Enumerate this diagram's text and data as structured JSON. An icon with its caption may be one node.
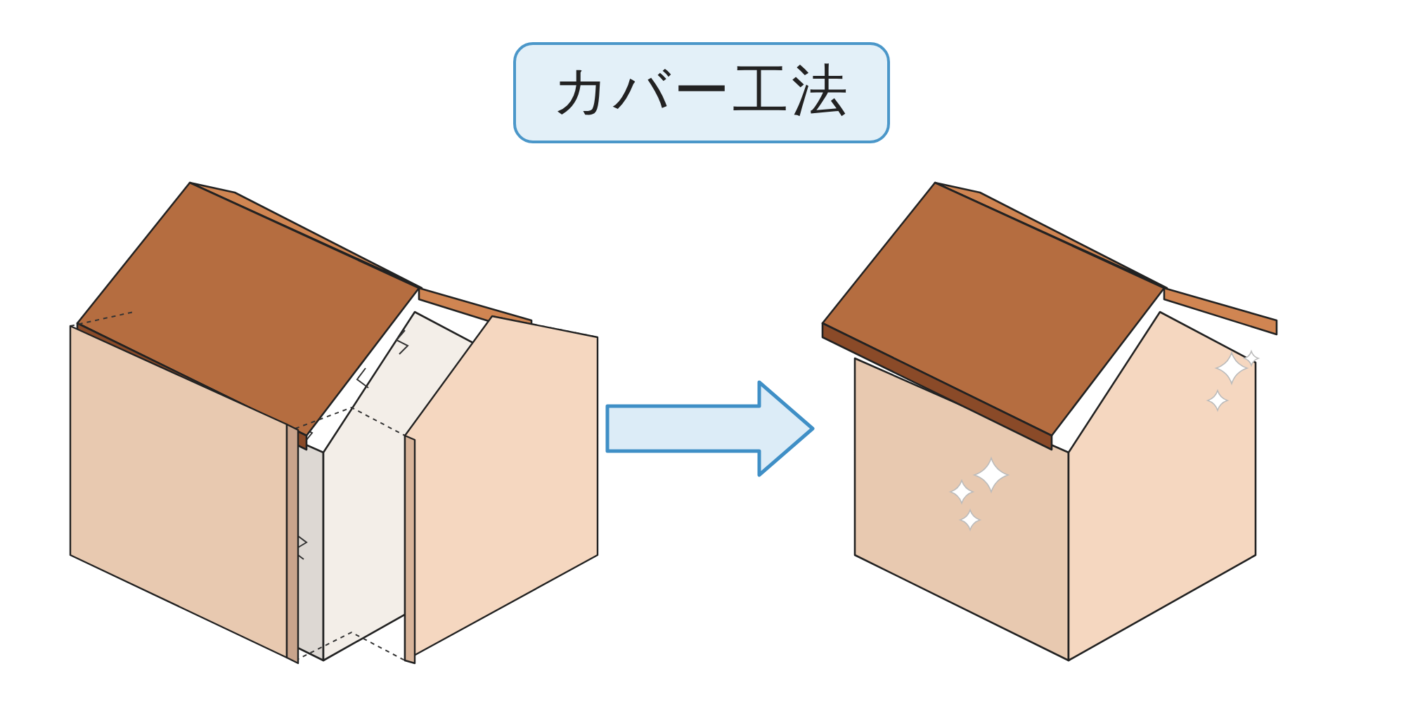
{
  "diagram": {
    "title": "カバー工法",
    "nodes": [
      {
        "text": [],
        "shape": "picture"
      },
      {
        "text": [],
        "shape": "picture"
      }
    ],
    "edges": [
      {
        "from": 0,
        "to": 1,
        "arrow": "to"
      }
    ]
  }
}
